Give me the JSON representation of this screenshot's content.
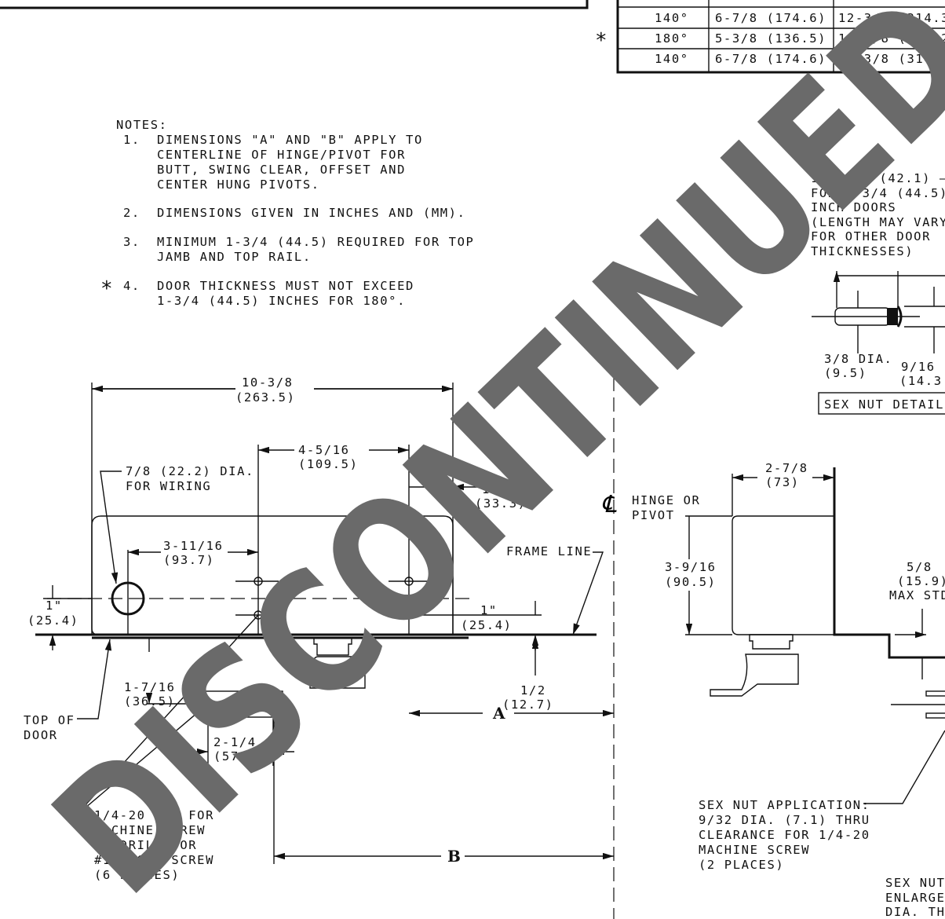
{
  "table": {
    "rows": [
      {
        "angle": "140°",
        "a": "6-7/8 (174.6)",
        "b": "12-3/8 (314.3"
      },
      {
        "angle": "180°",
        "a": "5-3/8 (136.5)",
        "b": "10-7/8 (276.2"
      },
      {
        "angle": "140°",
        "a": "6-7/8 (174.6)",
        "b": "12-3/8 (314.3"
      }
    ],
    "marker": "*"
  },
  "notes": {
    "title": "NOTES:",
    "items": [
      {
        "num": "1.",
        "lines": [
          "DIMENSIONS \"A\" AND \"B\" APPLY TO",
          "CENTERLINE OF HINGE/PIVOT FOR",
          "BUTT, SWING CLEAR, OFFSET AND",
          "CENTER HUNG PIVOTS."
        ]
      },
      {
        "num": "2.",
        "lines": [
          "DIMENSIONS GIVEN IN INCHES AND (MM)."
        ]
      },
      {
        "num": "3.",
        "lines": [
          "MINIMUM 1-3/4 (44.5) REQUIRED FOR TOP",
          "JAMB AND TOP RAIL."
        ]
      },
      {
        "num": "4.",
        "lines": [
          "DOOR THICKNESS MUST NOT EXCEED",
          "1-3/4 (44.5) INCHES FOR 180°."
        ],
        "marker": "*"
      }
    ]
  },
  "sexnut": {
    "lines": [
      "1-21/32 (42.1) —",
      "FOR 1-3/4 (44.5)",
      "INCH DOORS",
      "(LENGTH MAY VARY",
      "FOR OTHER DOOR",
      "THICKNESSES)"
    ],
    "dia": [
      "3/8 DIA.",
      "(9.5)"
    ],
    "head": [
      "9/16",
      "(14.3"
    ],
    "detail_label": "SEX NUT DETAIL",
    "application": [
      "SEX NUT APPLICATION:",
      "9/32 DIA. (7.1) THRU",
      "CLEARANCE FOR 1/4-20",
      "MACHINE SCREW",
      "(2 PLACES)"
    ],
    "bottom": [
      "SEX NUT",
      "ENLARGE",
      "DIA. TH"
    ]
  },
  "front": {
    "overall": [
      "10-3/8",
      "(263.5)"
    ],
    "hole_spacing": [
      "4-5/16",
      "(109.5)"
    ],
    "wiring": [
      "7/8 (22.2) DIA.",
      "FOR WIRING"
    ],
    "edge": [
      "1-5/16",
      "(33.3)"
    ],
    "wiring_offset": [
      "3-11/16",
      "(93.7)"
    ],
    "frame_line": "FRAME LINE",
    "left_height": [
      "1\"",
      "(25.4)"
    ],
    "right_height": [
      "1\"",
      "(25.4)"
    ],
    "arm_offset": [
      "1-7/16",
      "(36.5)"
    ],
    "top_of_door": [
      "TOP OF",
      "DOOR"
    ],
    "plate": [
      "2-1/4",
      "(57.2)"
    ],
    "gap": [
      "1/2",
      "(12.7)"
    ],
    "a": "A",
    "b": "B",
    "cl_symbol": "℄",
    "hinge": [
      "HINGE OR",
      "PIVOT"
    ],
    "tap": [
      "1/4-20 TAP FOR",
      "MACHINE SCREW",
      "OR DRILL FOR",
      "#14 WOOD SCREW",
      "(6 PLACES)"
    ]
  },
  "side": {
    "width": [
      "2-7/8",
      "(73)"
    ],
    "height": [
      "3-9/16",
      "(90.5)"
    ],
    "stop": [
      "5/8",
      "(15.9)",
      "MAX STD"
    ]
  },
  "watermark": "DISCONTINUED"
}
